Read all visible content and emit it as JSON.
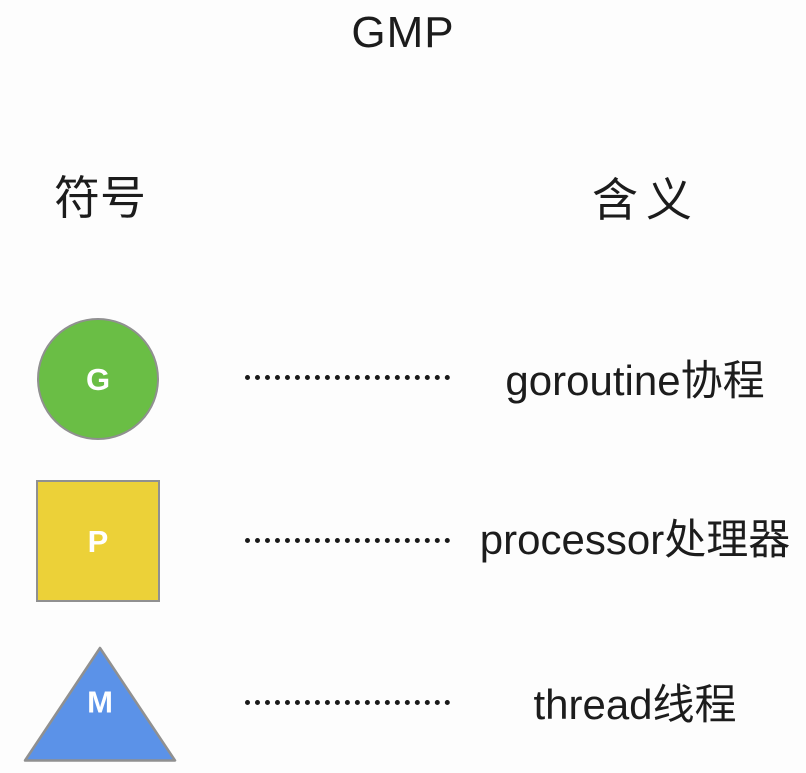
{
  "title": "GMP",
  "headers": {
    "symbol": "符号",
    "meaning": "含义"
  },
  "rows": [
    {
      "symbol_shape": "circle",
      "letter": "G",
      "fill": "#6abe45",
      "meaning": "goroutine协程"
    },
    {
      "symbol_shape": "square",
      "letter": "P",
      "fill": "#ecd138",
      "meaning": "processor处理器"
    },
    {
      "symbol_shape": "triangle",
      "letter": "M",
      "fill": "#5b92e8",
      "meaning": "thread线程"
    }
  ],
  "colors": {
    "shape_border": "#909090",
    "letter_text": "#ffffff",
    "dotted_line": "#1a1a1a",
    "text": "#1c1c1c",
    "background": "#fdfdfd"
  }
}
